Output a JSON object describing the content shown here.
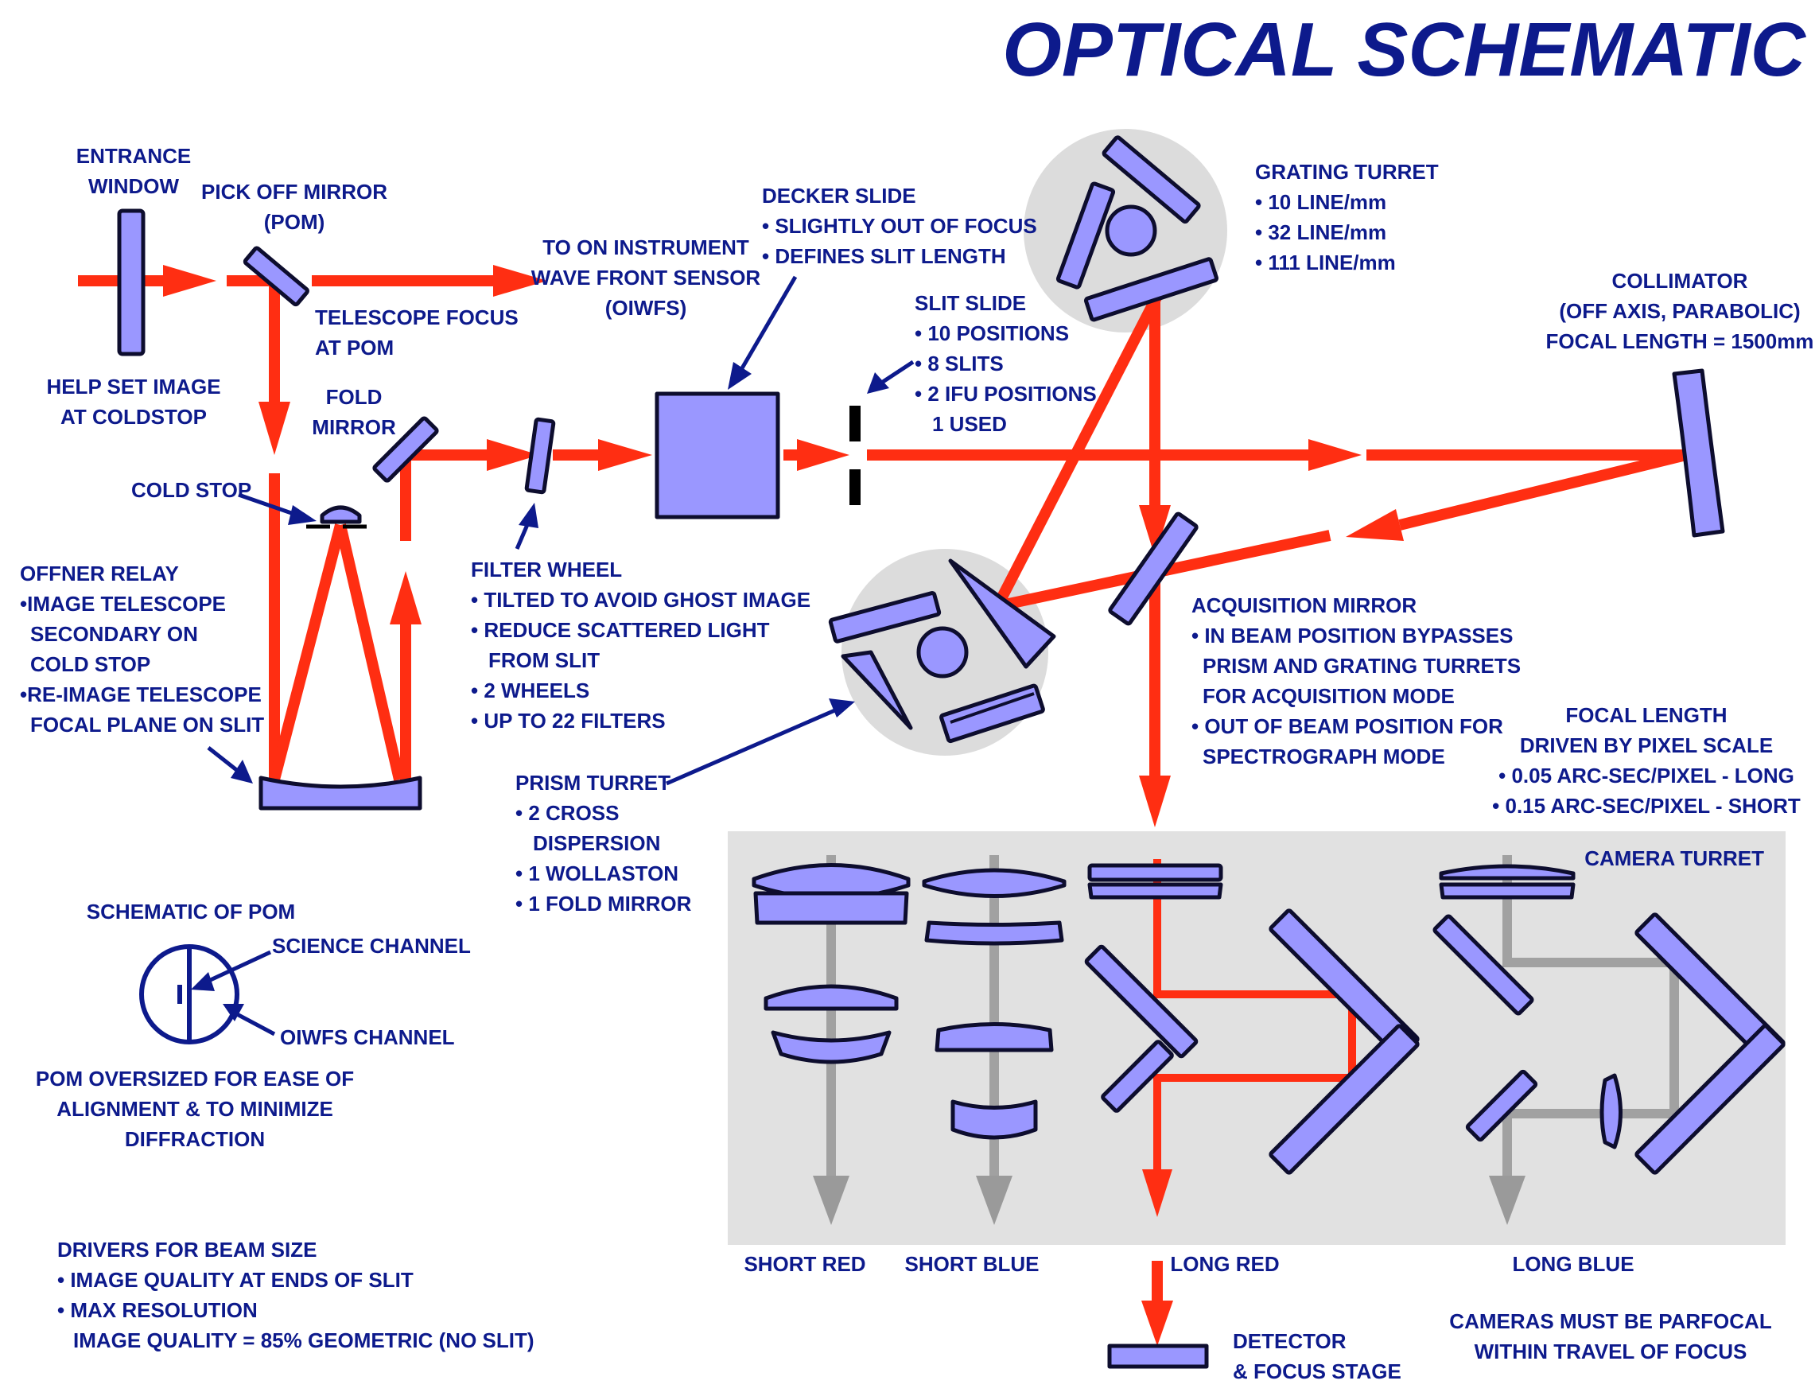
{
  "title": "OPTICAL SCHEMATIC",
  "colors": {
    "beam": "#ff2e12",
    "element": "#9a97ff",
    "label": "#0d1a8c",
    "camera_panel": "#e1e1e1",
    "unused_beam": "#9a9a9a"
  },
  "labels": {
    "entrance_window": [
      "ENTRANCE",
      "WINDOW"
    ],
    "help_set_image": [
      "HELP SET IMAGE",
      "AT COLDSTOP"
    ],
    "pick_off_mirror": [
      "PICK OFF MIRROR",
      "(POM)"
    ],
    "telescope_focus": [
      "TELESCOPE FOCUS",
      "AT POM"
    ],
    "oiwfs": [
      "TO ON INSTRUMENT",
      "WAVE FRONT SENSOR",
      "(OIWFS)"
    ],
    "fold_mirror": [
      "FOLD",
      "MIRROR"
    ],
    "cold_stop": "COLD STOP",
    "offner_relay": [
      "OFFNER RELAY",
      "•IMAGE TELESCOPE",
      "SECONDARY ON",
      "COLD STOP",
      "•RE-IMAGE TELESCOPE",
      "FOCAL PLANE ON SLIT"
    ],
    "filter_wheel": [
      "FILTER WHEEL",
      "• TILTED TO AVOID GHOST IMAGE",
      "• REDUCE SCATTERED LIGHT",
      "FROM SLIT",
      "• 2 WHEELS",
      "• UP TO 22 FILTERS"
    ],
    "decker_slide": [
      "DECKER SLIDE",
      "• SLIGHTLY OUT OF FOCUS",
      "• DEFINES SLIT LENGTH"
    ],
    "slit_slide": [
      "SLIT SLIDE",
      "• 10 POSITIONS",
      "• 8 SLITS",
      "• 2 IFU POSITIONS",
      "1 USED"
    ],
    "grating_turret": [
      "GRATING TURRET",
      "• 10 LINE/mm",
      "• 32 LINE/mm",
      "• 111 LINE/mm"
    ],
    "collimator": [
      "COLLIMATOR",
      "(OFF AXIS, PARABOLIC)",
      "FOCAL LENGTH =  1500mm"
    ],
    "acquisition_mirror": [
      "ACQUISITION MIRROR",
      "• IN BEAM POSITION BYPASSES",
      "PRISM AND GRATING TURRETS",
      "FOR ACQUISITION MODE",
      "• OUT OF BEAM POSITION FOR",
      "SPECTROGRAPH MODE"
    ],
    "focal_length": [
      "FOCAL LENGTH",
      "DRIVEN BY PIXEL SCALE",
      "• 0.05 ARC-SEC/PIXEL - LONG",
      "• 0.15 ARC-SEC/PIXEL - SHORT"
    ],
    "prism_turret": [
      "PRISM TURRET",
      "• 2 CROSS",
      "DISPERSION",
      "• 1 WOLLASTON",
      "• 1 FOLD MIRROR"
    ],
    "camera_turret": "CAMERA TURRET",
    "schematic_pom": "SCHEMATIC OF POM",
    "science_channel": "SCIENCE CHANNEL",
    "oiwfs_channel": "OIWFS CHANNEL",
    "pom_oversized": [
      "POM OVERSIZED FOR EASE OF",
      "ALIGNMENT & TO MINIMIZE",
      "DIFFRACTION"
    ],
    "drivers_beam": [
      "DRIVERS FOR BEAM SIZE",
      "• IMAGE QUALITY AT ENDS OF SLIT",
      "• MAX RESOLUTION",
      "IMAGE QUALITY = 85% GEOMETRIC (NO SLIT)"
    ],
    "cameras": [
      "SHORT RED",
      "SHORT BLUE",
      "LONG RED",
      "LONG BLUE"
    ],
    "detector": [
      "DETECTOR",
      "& FOCUS STAGE"
    ],
    "parfocal": [
      "CAMERAS MUST BE PARFOCAL",
      "WITHIN TRAVEL OF FOCUS"
    ]
  }
}
